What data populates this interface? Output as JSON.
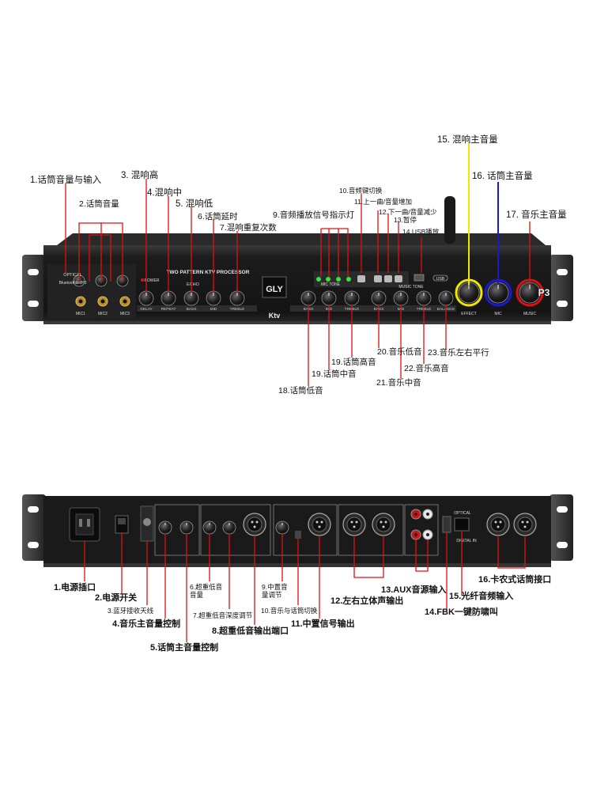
{
  "front_panel": {
    "device_model": "P3",
    "brand_logo": "GLY",
    "brand_sub": "Ktv",
    "processor_title": "TWO PATTERN KTV PROCESSOR",
    "optical_label": "OPTICAL",
    "bluetooth_label": "Bluetooth&MP3",
    "echo_label": "ECHO",
    "mic_tone_label": "MIC TONE",
    "music_tone_label": "MUSIC TONE",
    "power_label": "POWER",
    "mic_ports": [
      "MIC1",
      "MIC2",
      "MIC3"
    ],
    "echo_knobs": [
      "DELAY",
      "REPEAT",
      "BASS",
      "MID",
      "TREBLE"
    ],
    "mic_tone_knobs": [
      "BASS",
      "MID",
      "TREBLE"
    ],
    "music_tone_knobs": [
      "BASS",
      "MID",
      "TREBLE",
      "BALANCE"
    ],
    "big_knobs": [
      "EFFECT",
      "MIC",
      "MUSIC"
    ],
    "usb_label": "USB",
    "callouts": [
      "1.话筒音量与输入",
      "2.话筒音量",
      "3. 混响高",
      "4.混响中",
      "5. 混响低",
      "6.话筒延时",
      "7.混响重复次数",
      "9.音频播放信号指示灯",
      "10.音频键切换",
      "11.上一曲/音量增加",
      "12.下一曲/音量减少",
      "13.暂停",
      "14.USB播放",
      "15. 混响主音量",
      "16. 话筒主音量",
      "17. 音乐主音量",
      "18.话筒低音",
      "19.话筒中音",
      "19.话筒高音",
      "20.音乐低音",
      "21.音乐中音",
      "22.音乐高音",
      "23.音乐左右平行"
    ]
  },
  "rear_panel": {
    "optical_label": "OPTICAL",
    "digital_in_label": "DIGITAL IN",
    "callouts": [
      "1.电源插口",
      "2.电源开关",
      "3.蓝牙接收天线",
      "4.音乐主音量控制",
      "5.话筒主音量控制",
      "6.超重低音\n音量",
      "7.超重低音深度调节",
      "8.超重低音输出端口",
      "9.中置音\n量调节",
      "10.音乐与话筒切换",
      "11.中置信号输出",
      "12.左右立体声输出",
      "13.AUX音源输入",
      "14.FBK一键防啸叫",
      "15.光纤音频输入",
      "16.卡农式话筒接口"
    ]
  },
  "colors": {
    "callout_line": "#e01010",
    "effect_ring": "#f2e600",
    "mic_ring": "#1a1acc",
    "music_ring": "#e01010",
    "panel": "#1b1b1b"
  }
}
